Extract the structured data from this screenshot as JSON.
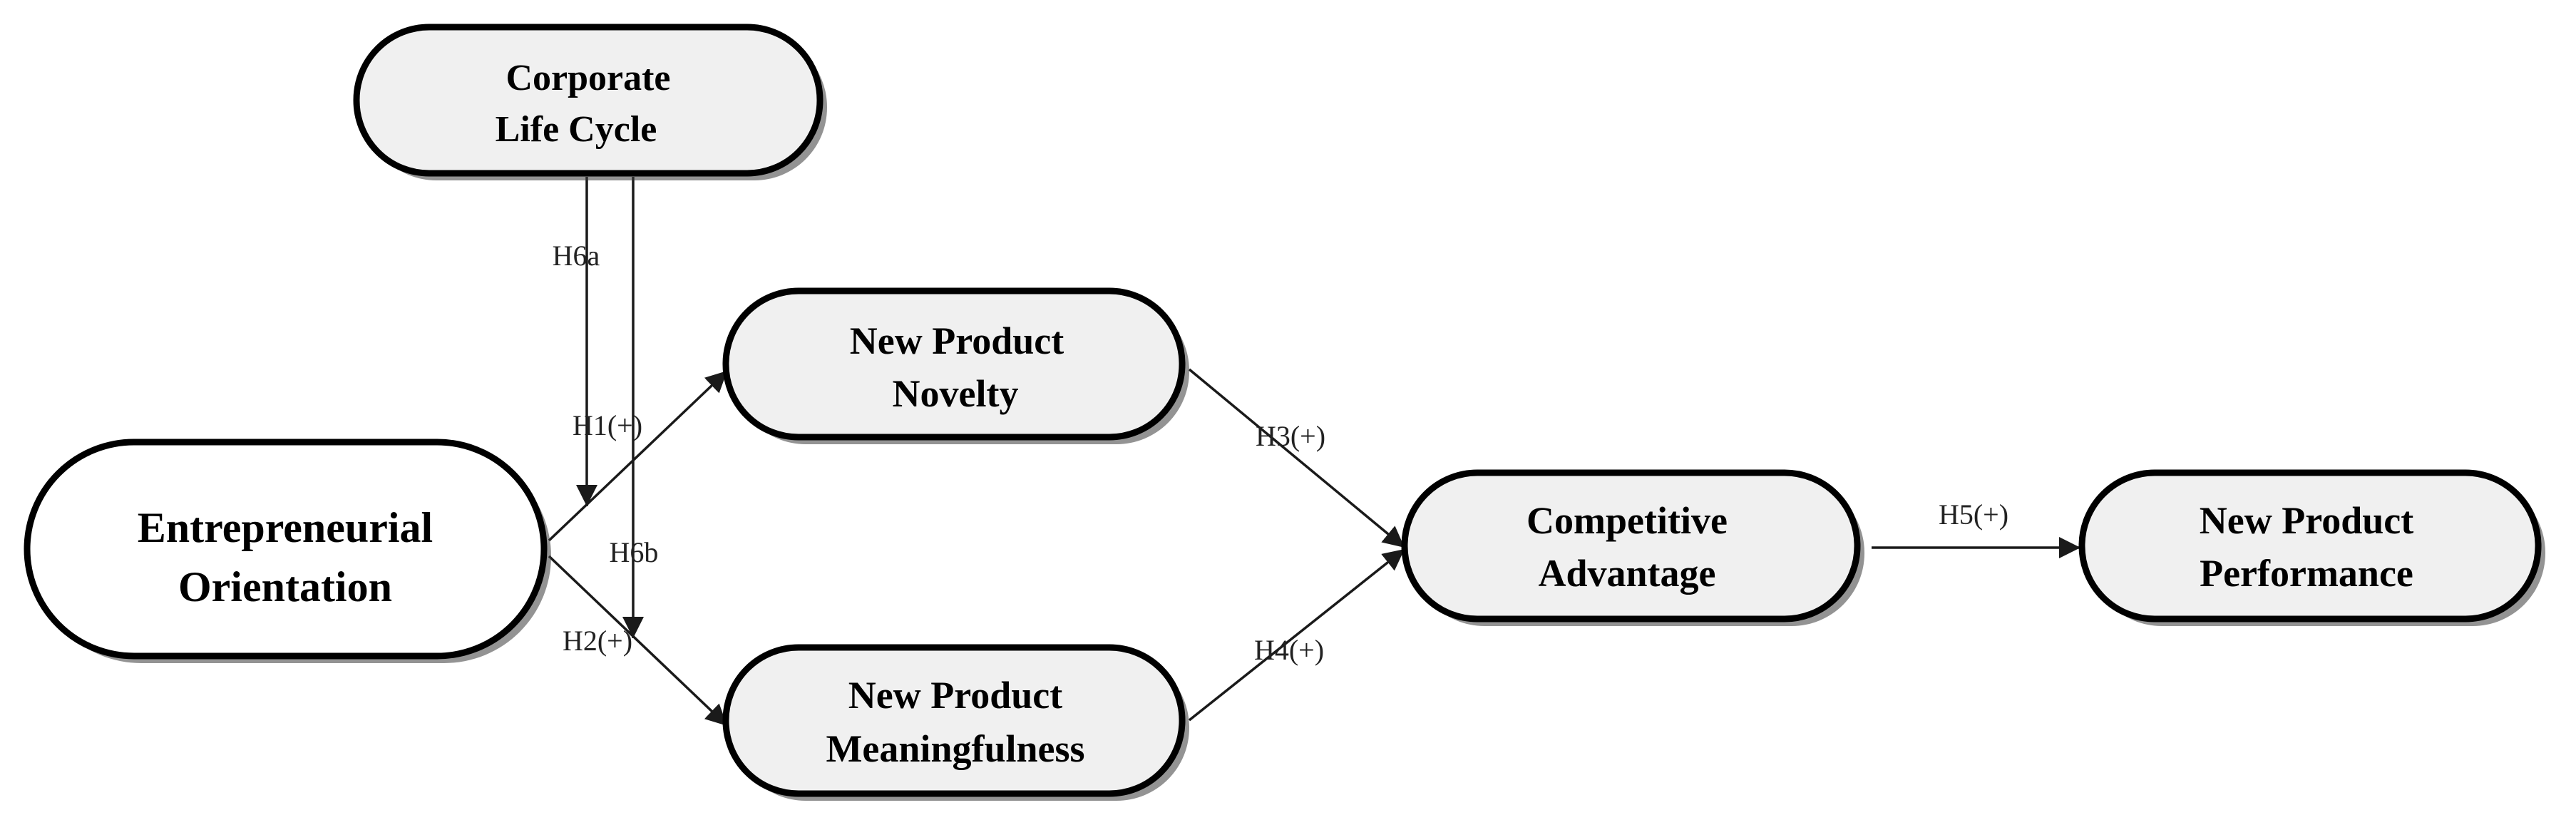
{
  "colors": {
    "node_fill_shaded": "#f0f0f0",
    "node_fill_plain": "#ffffff",
    "stroke": "#000000",
    "edge": "#1a1a1a"
  },
  "nodes": {
    "corporate_life_cycle": {
      "line1": "Corporate",
      "line2": "Life Cycle"
    },
    "entrepreneurial_orientation": {
      "line1": "Entrepreneurial",
      "line2": "Orientation"
    },
    "new_product_novelty": {
      "line1": "New Product",
      "line2": "Novelty"
    },
    "new_product_meaningfulness": {
      "line1": "New Product",
      "line2": "Meaningfulness"
    },
    "competitive_advantage": {
      "line1": "Competitive",
      "line2": "Advantage"
    },
    "new_product_performance": {
      "line1": "New Product",
      "line2": "Performance"
    }
  },
  "edges": {
    "h1": {
      "from": "Entrepreneurial Orientation",
      "to": "New Product Novelty",
      "label": "H1(+)"
    },
    "h2": {
      "from": "Entrepreneurial Orientation",
      "to": "New Product Meaningfulness",
      "label": "H2(+)"
    },
    "h3": {
      "from": "New Product Novelty",
      "to": "Competitive Advantage",
      "label": "H3(+)"
    },
    "h4": {
      "from": "New Product Meaningfulness",
      "to": "Competitive Advantage",
      "label": "H4(+)"
    },
    "h5": {
      "from": "Competitive Advantage",
      "to": "New Product Performance",
      "label": "H5(+)"
    },
    "h6a": {
      "from": "Corporate Life Cycle",
      "to": "H1 path",
      "label": "H6a"
    },
    "h6b": {
      "from": "Corporate Life Cycle",
      "to": "H2 path",
      "label": "H6b"
    }
  }
}
